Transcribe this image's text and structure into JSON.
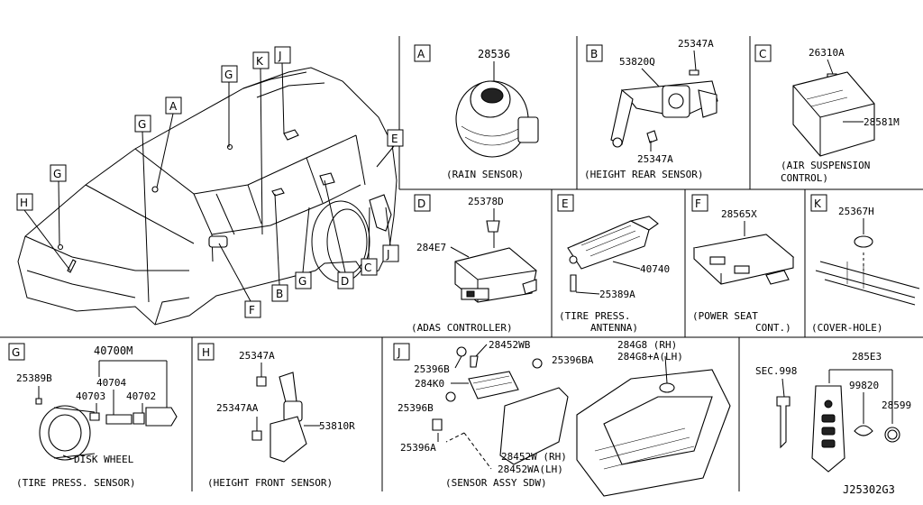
{
  "diagram_id": "J25302G3",
  "overview": {
    "callouts": [
      "G",
      "K",
      "J",
      "G",
      "A",
      "G",
      "E",
      "H",
      "F",
      "B",
      "G",
      "D",
      "C",
      "J"
    ]
  },
  "panels": {
    "A": {
      "letter": "A",
      "parts": [
        "28536"
      ],
      "caption": "(RAIN SENSOR)"
    },
    "B": {
      "letter": "B",
      "parts": [
        "25347A",
        "53820Q",
        "25347A"
      ],
      "caption": "(HEIGHT REAR SENSOR)"
    },
    "C": {
      "letter": "C",
      "parts": [
        "26310A",
        "28581M"
      ],
      "caption_1": "(AIR SUSPENSION",
      "caption_2": "CONTROL)"
    },
    "D": {
      "letter": "D",
      "parts": [
        "25378D",
        "284E7"
      ],
      "caption": "(ADAS CONTROLLER)"
    },
    "E": {
      "letter": "E",
      "parts": [
        "40740",
        "25389A"
      ],
      "caption_1": "(TIRE PRESS.",
      "caption_2": "ANTENNA)"
    },
    "F": {
      "letter": "F",
      "parts": [
        "28565X"
      ],
      "caption_1": "(POWER SEAT",
      "caption_2": "CONT.)"
    },
    "K": {
      "letter": "K",
      "parts": [
        "25367H"
      ],
      "caption": "(COVER-HOLE)"
    },
    "G": {
      "letter": "G",
      "parts": [
        "40700M",
        "25389B",
        "40704",
        "40703",
        "40702"
      ],
      "disk_wheel": "DISK WHEEL",
      "caption": "(TIRE PRESS. SENSOR)"
    },
    "H": {
      "letter": "H",
      "parts": [
        "25347A",
        "25347AA",
        "53810R"
      ],
      "caption": "(HEIGHT FRONT SENSOR)"
    },
    "J": {
      "letter": "J",
      "parts": [
        "28452WB",
        "25396B",
        "25396BA",
        "284K0",
        "25396B",
        "25396A",
        "284G8 (RH)",
        "284G8+A(LH)",
        "28452W (RH)",
        "28452WA(LH)"
      ],
      "caption": "(SENSOR ASSY SDW)"
    },
    "KEY": {
      "parts": [
        "SEC.998",
        "285E3",
        "99820",
        "28599"
      ]
    }
  }
}
